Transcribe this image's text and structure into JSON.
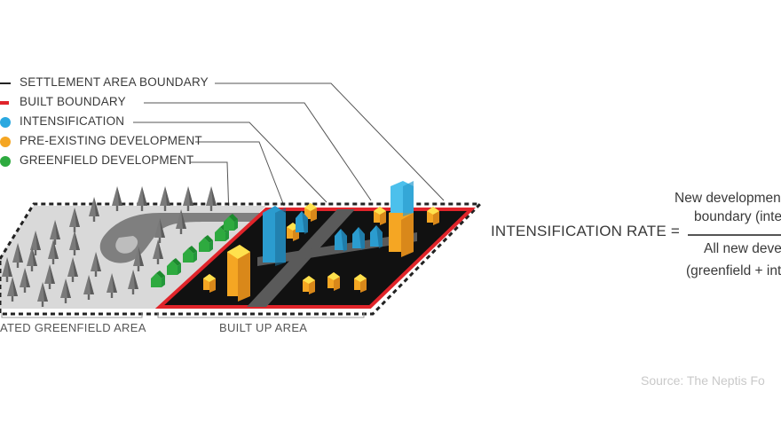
{
  "legend": [
    {
      "marker": "dashed-line",
      "color": "#222222",
      "label": "SETTLEMENT AREA BOUNDARY"
    },
    {
      "marker": "solid-line",
      "color": "#e0242a",
      "label": "BUILT BOUNDARY"
    },
    {
      "marker": "dot",
      "color": "#2aa8e0",
      "label": "INTENSIFICATION"
    },
    {
      "marker": "dot",
      "color": "#f5a623",
      "label": "PRE-EXISTING DEVELOPMENT"
    },
    {
      "marker": "dot",
      "color": "#2eaa3f",
      "label": "GREENFIELD DEVELOPMENT"
    }
  ],
  "formula": {
    "lhs": "INTENSIFICATION RATE =",
    "numerator_line1": "New development ins",
    "numerator_line2": "boundary (intensi",
    "denominator_line1": "All new develop",
    "denominator_line2": "(greenfield + inten"
  },
  "areas": {
    "greenfield": "ATED GREENFIELD AREA",
    "built_up": "BUILT UP AREA"
  },
  "source": "Source: The Neptis Fo",
  "colors": {
    "intensification": "#2aa8e0",
    "pre_existing": "#f5a623",
    "greenfield": "#2eaa3f",
    "built_boundary": "#e0242a",
    "greenfield_ground": "#d9d9d9",
    "built_ground": "#111111",
    "road": "#555555"
  }
}
